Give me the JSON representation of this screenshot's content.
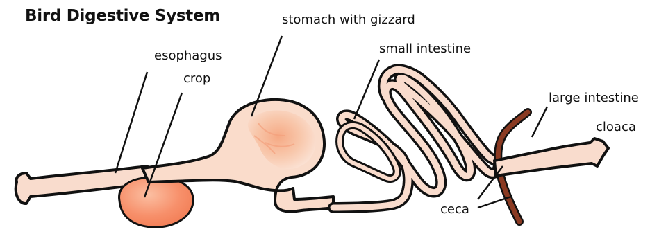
{
  "diagram": {
    "title": "Bird Digestive System",
    "labels": {
      "esophagus": "esophagus",
      "crop": "crop",
      "stomach": "stomach with gizzard",
      "small_intestine": "small intestine",
      "large_intestine": "large intestine",
      "cloaca": "cloaca",
      "ceca": "ceca"
    },
    "colors": {
      "outline": "#111111",
      "tissue": "#f9dccd",
      "crop_fill": "#f79a78",
      "gizzard_fill": "#f7b896",
      "ceca_fill": "#8a3a22"
    }
  }
}
